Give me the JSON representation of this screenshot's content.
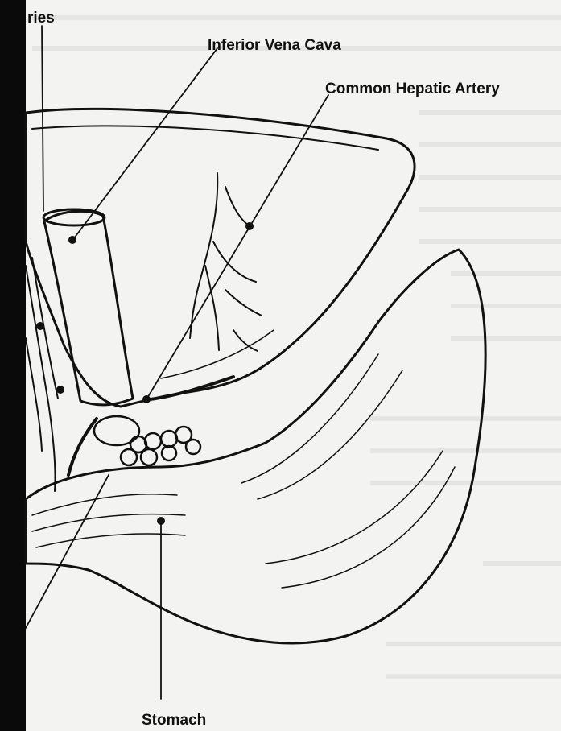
{
  "labels": {
    "arteries_partial": "ries",
    "inferior_vena_cava": "Inferior Vena Cava",
    "common_hepatic_artery": "Common Hepatic Artery",
    "stomach": "Stomach"
  },
  "colors": {
    "ink": "#111111",
    "paper": "#ffffff",
    "page_background": "#f3f3f1",
    "left_edge": "#0a0a0a"
  }
}
